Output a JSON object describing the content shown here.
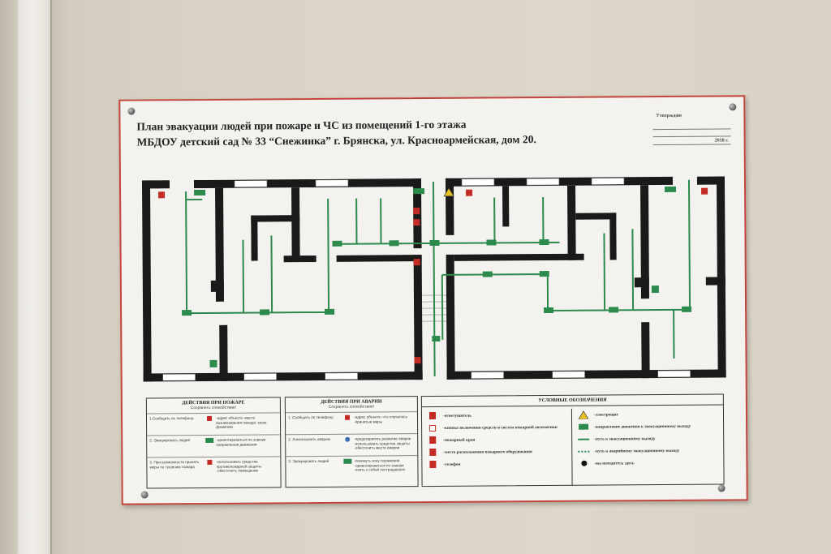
{
  "sign": {
    "title_line1": "План эвакуации людей при пожаре и ЧС из помещений 1-го этажа",
    "title_line2": "МБДОУ детский сад № 33 “Снежинка” г. Брянска, ул. Красноармейская, дом 20.",
    "approve_label": "Утверждаю",
    "approve_year": "2018 г."
  },
  "legend_fire": {
    "title": "ДЕЙСТВИЯ ПРИ ПОЖАРЕ",
    "subtitle": "Сохранять спокойствие!",
    "rows": [
      {
        "step": "1.Сообщить по телефону:",
        "action": "-адрес объекта -место возникновения пожара -свою фамилию"
      },
      {
        "step": "2. Эвакуировать людей",
        "action": "-ориентироваться по знакам направления движения"
      },
      {
        "step": "3. При возможности принять меры по тушению пожара",
        "action": "-использовать средства противопожарной защиты -обесточить помещение"
      }
    ]
  },
  "legend_accident": {
    "title": "ДЕЙСТВИЯ ПРИ АВАРИИ",
    "subtitle": "Сохранять спокойствие!",
    "rows": [
      {
        "step": "1. Сообщить по телефону:",
        "action": "-адрес объекта -что случилось -принятые меры"
      },
      {
        "step": "2. Локализовать аварию",
        "action": "-предотвратить развитие аварии -использовать средства защиты -обесточить место аварии"
      },
      {
        "step": "3. Эвакуировать людей",
        "action": "-покинуть зону поражения -ориентироваться по знакам -взять с собой пострадавших"
      }
    ]
  },
  "conventions": {
    "title": "УСЛОВНЫЕ ОБОЗНАЧЕНИЯ",
    "left": [
      {
        "icon": "fire-extinguisher-icon",
        "label": "-огнетушитель"
      },
      {
        "icon": "fire-button-icon",
        "label": "-кнопка включения средств и систем пожарной автоматики"
      },
      {
        "icon": "fire-hydrant-icon",
        "label": "-пожарный кран"
      },
      {
        "icon": "fire-equipment-icon",
        "label": "-место расположения пожарного оборудования"
      },
      {
        "icon": "phone-icon",
        "label": "-телефон"
      }
    ],
    "right": [
      {
        "icon": "high-voltage-icon",
        "label": "-электрощит"
      },
      {
        "icon": "exit-arrow-icon",
        "label": "-направление движения к эвакуационному выходу"
      },
      {
        "icon": "evacuation-path-icon",
        "label": "-путь к эвакуационному выходу"
      },
      {
        "icon": "emergency-path-icon",
        "label": "-путь к аварийному эвакуационному выходу"
      },
      {
        "icon": "you-are-here-icon",
        "label": "-вы находитесь здесь"
      }
    ]
  },
  "colors": {
    "wall": "#1a1a1a",
    "path": "#2c8a4d",
    "sign_border": "#c2443d",
    "fire_red": "#c52b25"
  }
}
